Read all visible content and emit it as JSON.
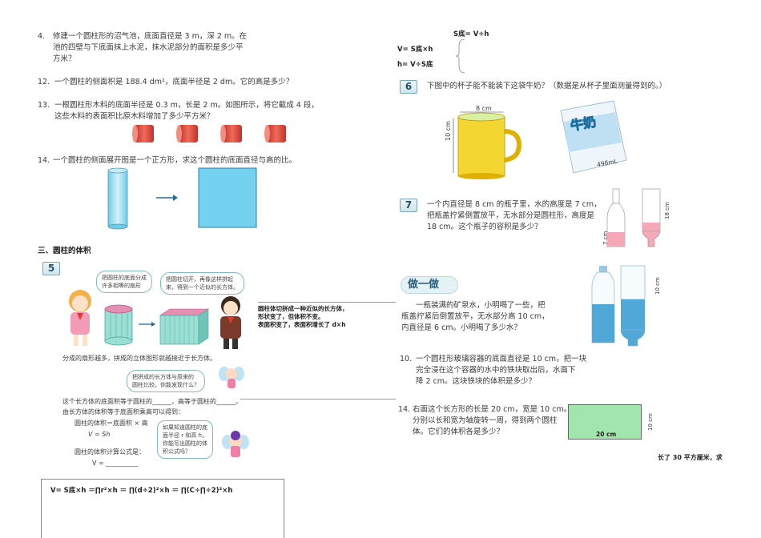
{
  "q4": {
    "num": "4.",
    "l1": "修建一个圆柱形的沼气池，底面直径是 3 m，深 2 m。在",
    "l2": "池的四壁与下底面抹上水泥，抹水泥部分的面积是多少平",
    "l3": "方米？"
  },
  "q12": {
    "num": "12.",
    "text": "一个圆柱的侧面积是 188.4 dm²，底面半径是 2 dm。它的高是多少？"
  },
  "q13": {
    "num": "13.",
    "l1": "一根圆柱形木料的底面半径是 0.3 m，长是 2 m。如图所示，将它截成 4 段，",
    "l2": "这些木料的表面积比原木料增加了多少平方米？"
  },
  "q14a": {
    "num": "14.",
    "text": "一个圆柱的侧面展开图是一个正方形，求这个圆柱的底面直径与高的比。"
  },
  "section_title": "三、圆柱的体积",
  "ex5": {
    "badge": "5",
    "bubble1": [
      "把圆柱的底面分成",
      "许多相等的扇形"
    ],
    "bubble2": [
      "把圆柱切开，再像这样拼起",
      "来，得到一个近似的长方体。"
    ],
    "note": [
      "圆柱体切拼成一种近似的长方体，",
      "形状变了，但体积不变。",
      "表面积变了，表面积增长了 d×h"
    ],
    "line1": "分成的扇形越多，拼成的立体图形就越接近于长方体。",
    "bubble3": [
      "把拼成的长方体与原来的",
      "圆柱比较，你能发现什么？"
    ],
    "line2": "这个长方体的底面积等于圆柱的______，高等于圆柱的______。",
    "line3": "由长方体的体积等于底面积乘高可以得到：",
    "line4": "圆柱的体积＝底面积 × 高",
    "line5": "V = Sh",
    "bubble4": [
      "如果知道圆柱的底",
      "面半径 r 和高 h，",
      "你能写出圆柱的体",
      "积公式吗？"
    ],
    "line6": "圆柱的体积计算公式是：",
    "line7": "V = __________"
  },
  "formula_box": "V= S底×h ＝∏r²×h ＝ ∏(d÷2)²×h ＝ ∏(C÷∏÷2)²×h",
  "right_formulas": {
    "f1": "S底= V÷h",
    "f2": "V= S底×h",
    "f3": "h= V÷S底"
  },
  "ex6": {
    "badge": "6",
    "text": "下图中的杯子能不能装下这袋牛奶？（数据是从杯子里面测量得到的。）",
    "cup_w": "8 cm",
    "cup_h": "10 cm",
    "milk": "牛奶",
    "milk_vol": "498mL"
  },
  "ex7": {
    "badge": "7",
    "l1": "一个内直径是 8 cm 的瓶子里，水的高度是 7 cm，",
    "l2": "把瓶盖拧紧倒置放平，无水部分是圆柱形，高度是",
    "l3": "18 cm。这个瓶子的容积是多少？",
    "h1": "7 cm",
    "h2": "18 cm"
  },
  "zuoyizuo": {
    "label": "做一做",
    "l1": "一瓶装满的矿泉水，小明喝了一些，把",
    "l2": "瓶盖拧紧后倒置放平，无水部分高 10 cm，",
    "l3": "内直径是 6 cm。小明喝了多少水？",
    "h": "10 cm"
  },
  "q10": {
    "num": "10.",
    "l1": "一个圆柱形玻璃容器的底面直径是 10 cm，把一块",
    "l2": "完全浸在这个容器的水中的铁块取出后，水面下",
    "l3": "降 2 cm。这块铁块的体积是多少？"
  },
  "q14b": {
    "num": "14.",
    "l1": "右面这个长方形的长是 20 cm，宽是 10 cm。",
    "l2": "分别以长和宽为轴旋转一周，得到两个圆柱",
    "l3": "体。它们的体积各是多少？",
    "w": "20 cm",
    "h": "10 cm"
  },
  "fragment": "长了 30 平方厘米，求"
}
